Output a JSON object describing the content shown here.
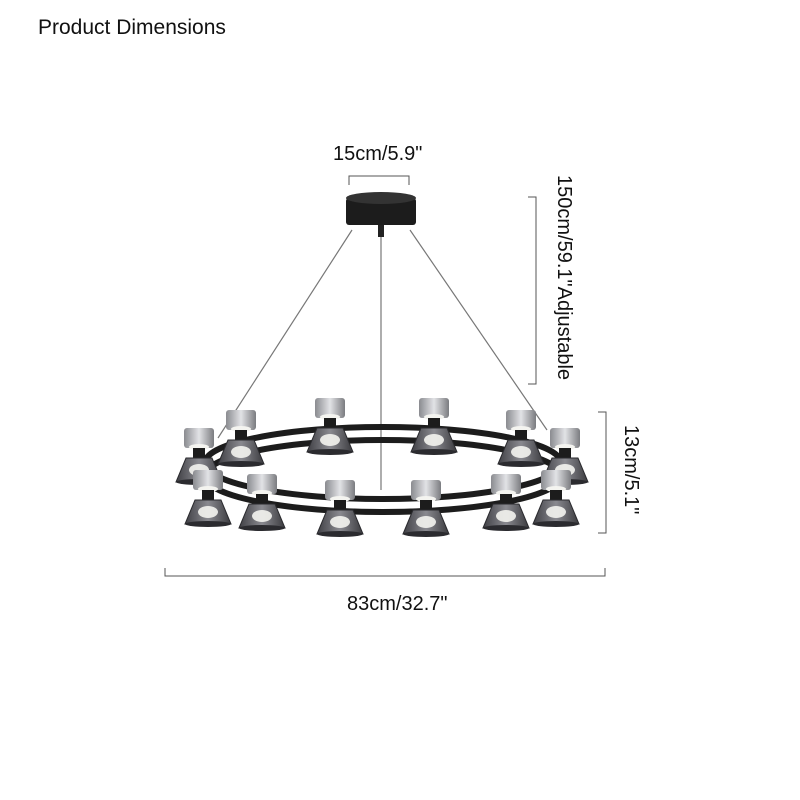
{
  "title": "Product Dimensions",
  "dimensions": {
    "canopy_width": "15cm/5.9\"",
    "cable_length": "150cm/59.1\"Adjustable",
    "fixture_height": "13cm/5.1\"",
    "fixture_width": "83cm/32.7\""
  },
  "colors": {
    "frame": "#1c1c1c",
    "shade": "#5b5b60",
    "chrome": "#bfc0c4",
    "glow": "#f4f4f0",
    "dimension_line": "#555555"
  }
}
